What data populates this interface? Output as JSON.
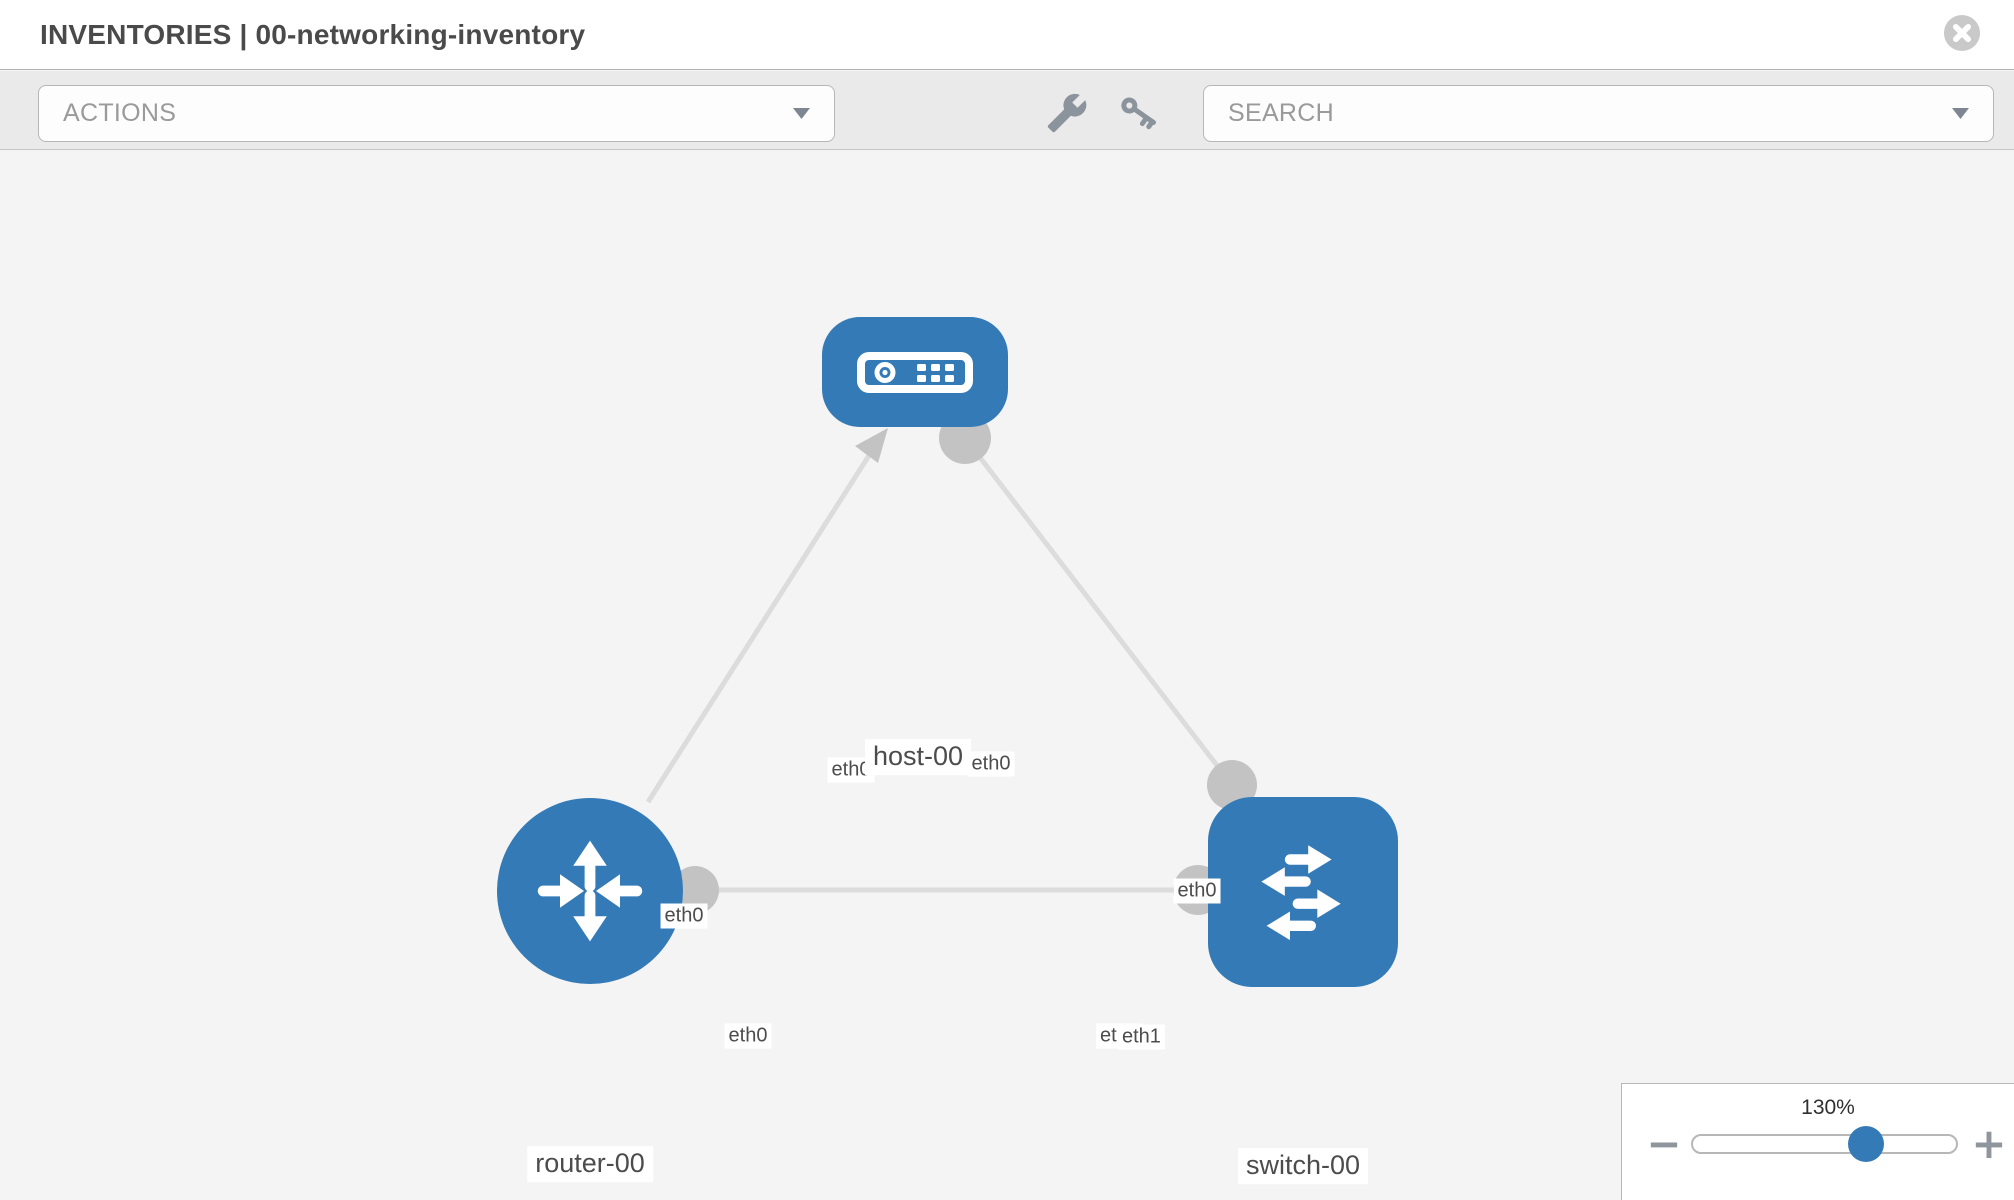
{
  "window": {
    "title": "INVENTORIES | 00-networking-inventory"
  },
  "toolbar": {
    "actions_label": "ACTIONS",
    "search_label": "SEARCH",
    "icons": [
      "wrench-icon",
      "key-icon"
    ]
  },
  "topology": {
    "nodes": [
      {
        "id": "host-00",
        "type": "host",
        "label": "host-00"
      },
      {
        "id": "router-00",
        "type": "router",
        "label": "router-00"
      },
      {
        "id": "switch-00",
        "type": "switch",
        "label": "switch-00"
      }
    ],
    "links": [
      {
        "source": "host-00",
        "source_interface": "eth0",
        "target": "router-00",
        "target_interface": "eth0"
      },
      {
        "source": "host-00",
        "source_interface": "eth0",
        "target": "switch-00",
        "target_interface": "eth0"
      },
      {
        "source": "router-00",
        "source_interface": "eth0",
        "target": "switch-00",
        "target_interface": "eth1"
      }
    ],
    "labels": {
      "host": "host-00",
      "router": "router-00",
      "switch": "switch-00",
      "host_if_left": "eth0",
      "host_if_right": "eth0",
      "link_host_router": "eth0",
      "link_host_switch": "eth0",
      "router_if": "eth0",
      "switch_if_hidden": "eth0",
      "switch_if_top": "eth1"
    }
  },
  "zoom": {
    "level": "130%",
    "out_glyph": "−",
    "in_glyph": "+"
  },
  "colors": {
    "node_blue": "#337ab7",
    "link": "#dcdcdc",
    "interface": "#c3c3c3",
    "canvas": "#f4f4f4",
    "toolbar": "#eaeaea"
  }
}
